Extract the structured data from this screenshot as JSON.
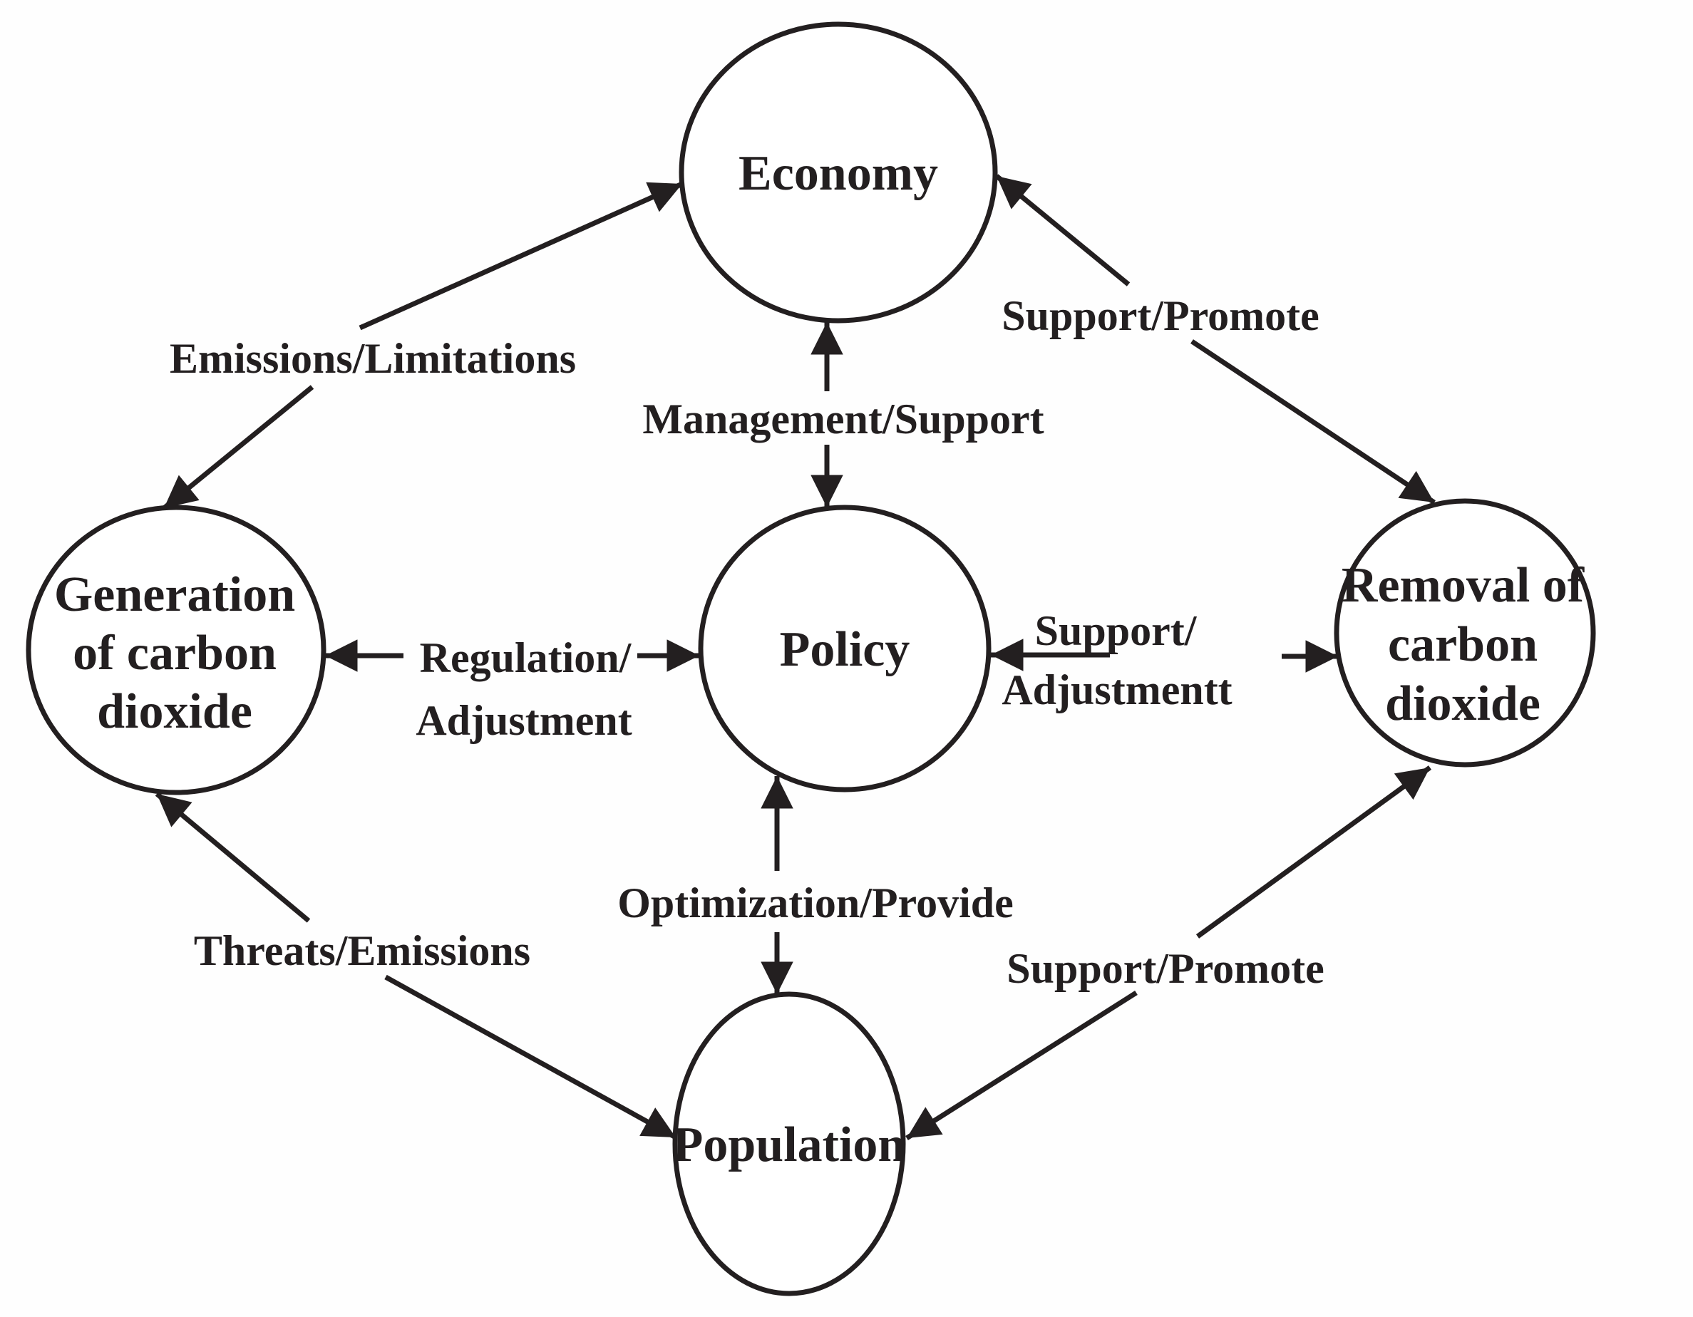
{
  "figure": {
    "type": "concept-diagram",
    "background_color": "#fefefe"
  },
  "colors": {
    "ink": "#231f20",
    "node_fill": "#ffffff"
  },
  "nodes": {
    "economy": {
      "label": "Economy"
    },
    "generation": {
      "lines": [
        "Generation",
        "of carbon",
        "dioxide"
      ]
    },
    "policy": {
      "label": "Policy"
    },
    "removal": {
      "lines": [
        "Removal of",
        "carbon",
        "dioxide"
      ]
    },
    "population": {
      "label": "Population"
    }
  },
  "edges": {
    "generation_economy": {
      "label": "Emissions/Limitations",
      "direction": "bidirectional"
    },
    "economy_policy": {
      "label": "Management/Support",
      "direction": "bidirectional"
    },
    "economy_removal": {
      "label": "Support/Promote",
      "direction": "bidirectional"
    },
    "generation_policy": {
      "lines": [
        "Regulation/",
        "Adjustment"
      ],
      "direction": "bidirectional"
    },
    "policy_removal": {
      "lines": [
        "Support/",
        "Adjustmentt"
      ],
      "direction": "bidirectional"
    },
    "generation_population": {
      "label": "Threats/Emissions",
      "direction": "bidirectional"
    },
    "policy_population": {
      "label": "Optimization/Provide",
      "direction": "bidirectional"
    },
    "population_removal": {
      "label": "Support/Promote",
      "direction": "bidirectional"
    }
  }
}
